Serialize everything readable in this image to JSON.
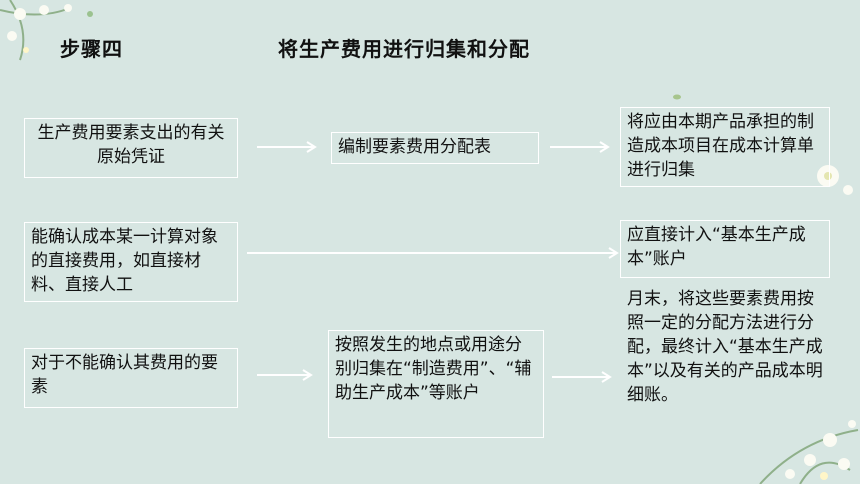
{
  "header": {
    "step_label": "步骤四",
    "title": "将生产费用进行归集和分配"
  },
  "boxes": {
    "source_docs": "生产费用要素支出的有关原始凭证",
    "allocation_table": "编制要素费用分配表",
    "cost_calc": "将应由本期产品承担的制造成本项目在成本计算单进行归集",
    "direct_costs": "能确认成本某一计算对象的直接费用，如直接材料、直接人工",
    "direct_account": "应直接计入“基本生产成本”账户",
    "indirect_costs": "对于不能确认其费用的要素",
    "collect_by_place": "按照发生的地点或用途分别归集在“制造费用”、“辅助生产成本”等账户",
    "month_end": "月末，将这些要素费用按照一定的分配方法进行分配，最终计入“基本生产成本”以及有关的产品成本明细账。"
  },
  "colors": {
    "background": "#d7e6e2",
    "box_border": "#ffffff",
    "arrow": "#ffffff"
  }
}
